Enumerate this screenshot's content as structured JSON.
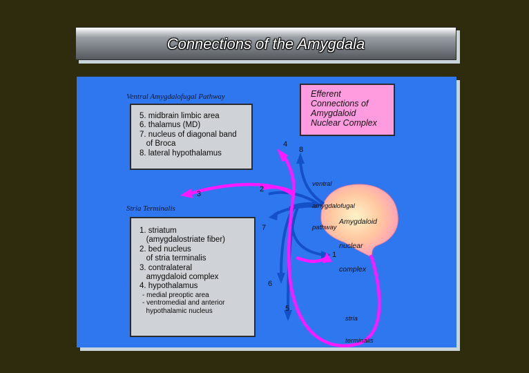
{
  "title": "Connections of the Amygdala",
  "ventral_heading": "Ventral Amygdalofugal Pathway",
  "stria_heading": "Stria Terminalis",
  "ventral_box": [
    "5. midbrain limbic area",
    "6. thalamus (MD)",
    "7. nucleus of diagonal band",
    "   of Broca",
    "8. lateral hypothalamus"
  ],
  "stria_box": [
    "1. striatum",
    "   (amygdalostriate fiber)",
    "2. bed nucleus",
    "   of stria terminalis",
    "3. contralateral",
    "   amygdaloid complex",
    "4. hypothalamus"
  ],
  "stria_box_sub": [
    "- medial preoptic area",
    "- ventromedial and anterior",
    "  hypothalamic nucleus"
  ],
  "efferent_title": [
    "Efferent",
    "Connections of",
    "Amygdaloid",
    "Nuclear Complex"
  ],
  "amygdala_label": [
    "Amygdaloid",
    "nuclear",
    "complex"
  ],
  "ventral_pathway_label": [
    "ventral",
    "amygdalofugal",
    "pathway"
  ],
  "stria_label": [
    "stria",
    "terminalis"
  ],
  "numbers": {
    "n1": "1",
    "n2": "2",
    "n3": "3",
    "n4": "4",
    "n5": "5",
    "n6": "6",
    "n7": "7",
    "n8": "8"
  },
  "colors": {
    "background": "#2e2c0c",
    "panel": "#2f77ee",
    "magenta_pathway": "#ff19ff",
    "blue_pathway": "#1450c8",
    "efferent_box": "#ff9ce0",
    "info_box": "#cfd2d6"
  }
}
